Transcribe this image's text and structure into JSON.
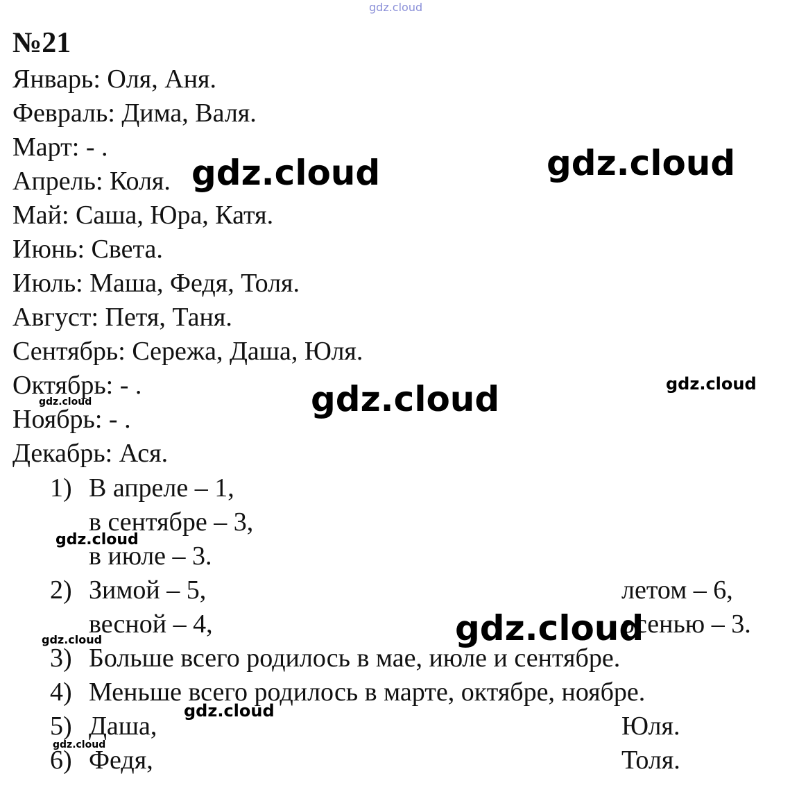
{
  "problem": {
    "title": "№21",
    "months": [
      "Январь: Оля, Аня.",
      "Февраль: Дима, Валя.",
      "Март: - .",
      "Апрель: Коля.",
      "Май: Саша, Юра, Катя.",
      "Июнь: Света.",
      "Июль: Маша, Федя, Толя.",
      "Август: Петя, Таня.",
      "Сентябрь: Сережа, Даша, Юля.",
      "Октябрь: - .",
      "Ноябрь: - .",
      "Декабрь: Ася."
    ],
    "answers": [
      {
        "num": "1)",
        "lines": [
          "В апреле – 1,",
          "в сентябре – 3,",
          "в июле – 3."
        ]
      },
      {
        "num": "2)",
        "left": [
          "Зимой – 5,",
          "весной – 4,"
        ],
        "right": [
          "летом – 6,",
          "осенью – 3."
        ]
      },
      {
        "num": "3)",
        "text": "Больше всего родилось в мае, июле и сентябре."
      },
      {
        "num": "4)",
        "text": "Меньше всего родилось в марте, октябре, ноябре."
      },
      {
        "num": "5)",
        "left": "Даша,",
        "right": "Юля."
      },
      {
        "num": "6)",
        "left": "Федя,",
        "right": "Толя."
      }
    ]
  },
  "watermarks": [
    "gdz.cloud",
    "gdz.cloud",
    "gdz.cloud",
    "gdz.cloud",
    "gdz.cloud",
    "gdz.cloud",
    "gdz.cloud",
    "gdz.cloud",
    "gdz.cloud",
    "gdz.cloud",
    "gdz.cloud"
  ]
}
